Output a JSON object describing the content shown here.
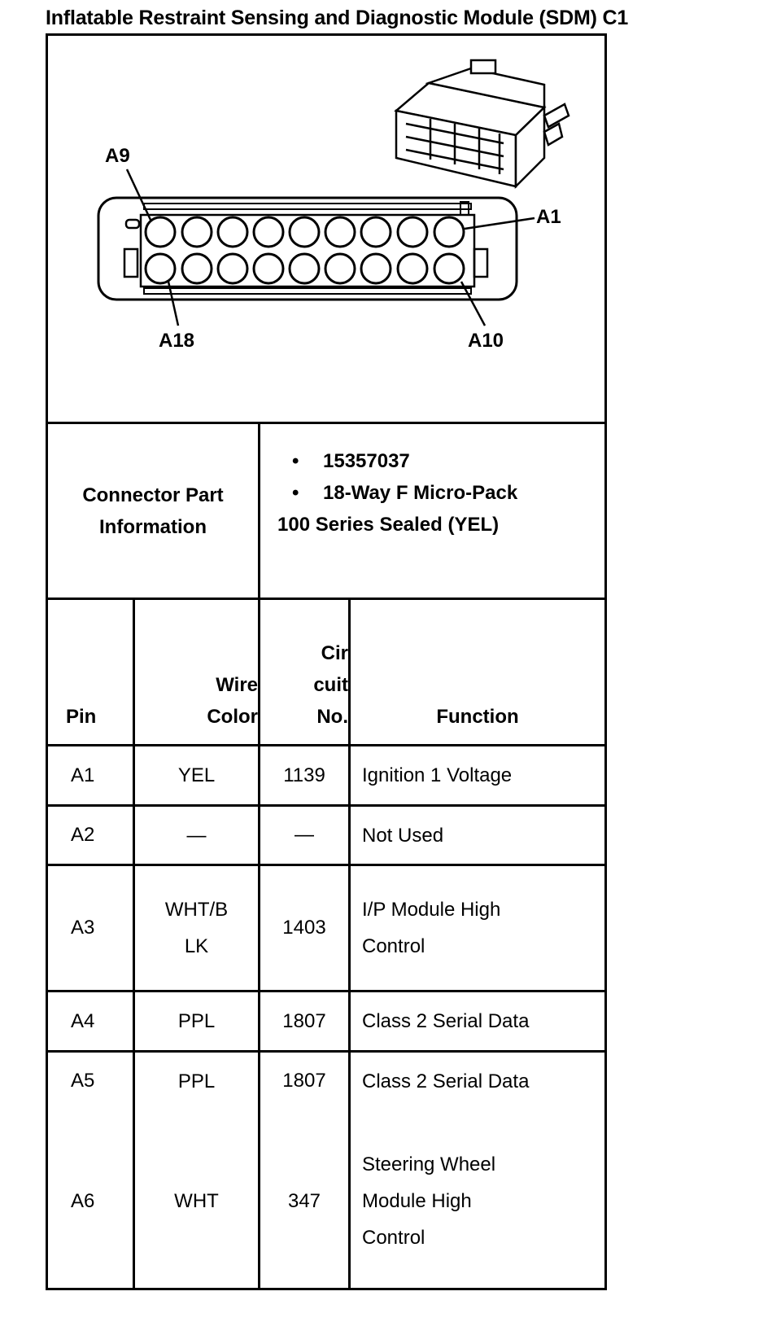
{
  "title": "Inflatable Restraint Sensing and Diagnostic Module (SDM) C1",
  "diagram": {
    "labels": {
      "a9": "A9",
      "a1": "A1",
      "a18": "A18",
      "a10": "A10"
    }
  },
  "connector_info": {
    "label_line1": "Connector Part",
    "label_line2": "Information",
    "bullets": [
      "15357037",
      "18-Way F Micro-Pack"
    ],
    "extra": "100 Series Sealed (YEL)"
  },
  "table": {
    "headers": {
      "pin": "Pin",
      "wire_color_1": "Wire",
      "wire_color_2": "Color",
      "circuit_1": "Cir",
      "circuit_2": "cuit",
      "circuit_3": "No.",
      "function": "Function"
    },
    "rows": [
      {
        "pin": "A1",
        "color": "YEL",
        "color2": "",
        "circuit": "1139",
        "function": [
          "Ignition 1 Voltage"
        ]
      },
      {
        "pin": "A2",
        "color": "—",
        "color2": "",
        "circuit": "—",
        "function": [
          "Not Used"
        ]
      },
      {
        "pin": "A3",
        "color": "WHT/B",
        "color2": "LK",
        "circuit": "1403",
        "function": [
          "I/P Module High",
          "Control"
        ]
      },
      {
        "pin": "A4",
        "color": "PPL",
        "color2": "",
        "circuit": "1807",
        "function": [
          "Class 2 Serial Data"
        ]
      },
      {
        "pin": "A5",
        "color": "PPL",
        "color2": "",
        "circuit": "1807",
        "function": [
          "Class 2 Serial Data"
        ]
      },
      {
        "pin": "A6",
        "color": "WHT",
        "color2": "",
        "circuit": "347",
        "function": [
          "Steering Wheel",
          "Module High",
          "Control"
        ]
      }
    ]
  }
}
